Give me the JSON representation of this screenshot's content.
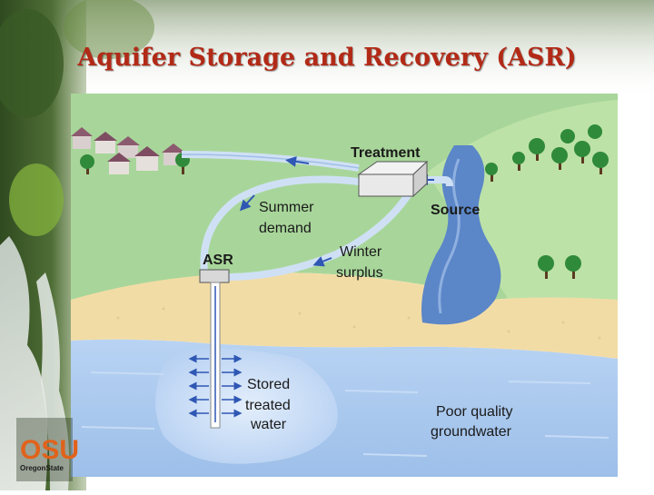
{
  "slide": {
    "title": "Aquifer Storage and Recovery (ASR)"
  },
  "diagram": {
    "labels": {
      "treatment": "Treatment",
      "source": "Source",
      "summer_demand_line1": "Summer",
      "summer_demand_line2": "demand",
      "asr": "ASR",
      "winter_surplus_line1": "Winter",
      "winter_surplus_line2": "surplus",
      "stored_line1": "Stored",
      "stored_line2": "treated",
      "stored_line3": "water",
      "poor_line1": "Poor quality",
      "poor_line2": "groundwater"
    }
  },
  "logo": {
    "text": "OSU",
    "subtext": "OregonState"
  },
  "colors": {
    "title": "#b22a17",
    "grass": "#a8d69a",
    "sand": "#f2dca6",
    "aquifer": "#a9c9ef",
    "river": "#5b86c8",
    "logo": "#e0621b"
  }
}
